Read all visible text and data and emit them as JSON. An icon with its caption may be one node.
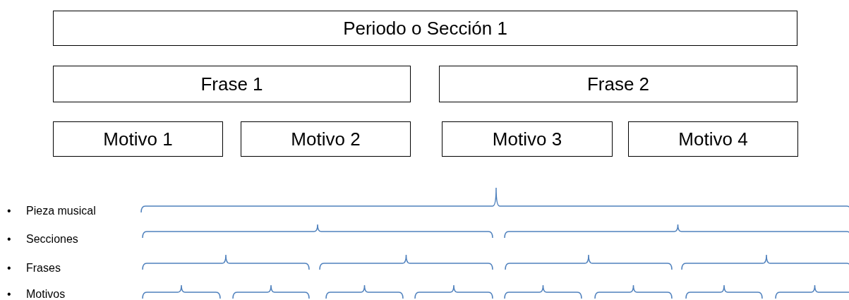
{
  "diagram": {
    "nodes": [
      {
        "text": [
          "Periodo o Sección 1"
        ]
      },
      {
        "text": [
          "Frase 1"
        ]
      },
      {
        "text": [
          "Frase 2"
        ]
      },
      {
        "text": [
          "Motivo 1"
        ]
      },
      {
        "text": [
          "Motivo 2"
        ]
      },
      {
        "text": [
          "Motivo 3"
        ]
      },
      {
        "text": [
          "Motivo 4"
        ]
      }
    ],
    "edges": [],
    "labels": [
      "•",
      "Pieza musical",
      "•",
      "Secciones",
      "•",
      "Frases",
      "•",
      "Motivos"
    ]
  }
}
